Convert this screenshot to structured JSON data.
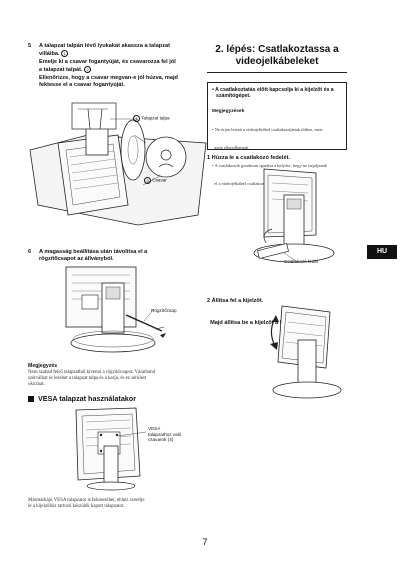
{
  "left": {
    "step5": {
      "number": "5",
      "lines": [
        "A talapzat talpán lévő lyukakat akassza a talapzat",
        "villáiba.",
        "Emelje ki a csavar fogantyúját, és csavarozza fel jól",
        "a talapzat talpát.",
        "Ellenőrizze, hogy a csavar megvan-e jól húzva, majd",
        "fektesse el a csavar fogantyúját."
      ],
      "marker1": "1",
      "marker2": "2",
      "marker3": "3",
      "callout_base": "Talapzat talpa",
      "callout_screw": "Csavar"
    },
    "step6": {
      "number": "6",
      "lines": [
        "A magasság beállítása után távolítsa el a",
        "rögzítőcsapot az állványból."
      ],
      "callout_pin": "Rögzítőcsap"
    },
    "note": {
      "title": "Megjegyzés",
      "body": [
        "Nem szabad felső talapzatból kivenni a rögzítőcsapot. Várathatul",
        "szétválhat és leesbet a talapzat talpa és a karja, és ez sérülést",
        "okozhat."
      ]
    },
    "vesa": {
      "heading": "VESA talapzat használatakor",
      "callout": [
        "VESA",
        "talapzathoz való",
        "csavarok (4)"
      ],
      "caption": [
        "Másmárkájú VESA talapzatot is felszerelhet, ehhez szerelje",
        "le a kijelzőhöz tartozó készülék kapott talapzatot."
      ]
    }
  },
  "right": {
    "heading": [
      "2. lépés: Csatlakoztassa a",
      "videojelkábeleket"
    ],
    "box": {
      "bullet": "•",
      "warning": [
        "A csatlakoztatás előtt kapcsolja ki a kijelzőt és a",
        "számítógépet."
      ],
      "note_title": "Megjegyzések",
      "notes": [
        "• Ne érjen hozzá a videojelkábel csatlakozójának tűihez, mert",
        "  azok elhajolhatnak.",
        "• A csatlakozók gondosan igazítsa a helyére, hogy ne hajoljanak",
        "  el a videojelkábel csatlakozójának tűi."
      ]
    },
    "step1": {
      "label": "1 Húzza le a csatlakozó fedelét.",
      "callout": "Csatlakozó fedél"
    },
    "step2": {
      "lines": [
        "2 Állítsa fel a kijelzőt.",
        "  Majd állítsa be a kijelzőt a kívánt szögbe."
      ]
    },
    "lang_tab": "HU"
  },
  "page_number": "7"
}
